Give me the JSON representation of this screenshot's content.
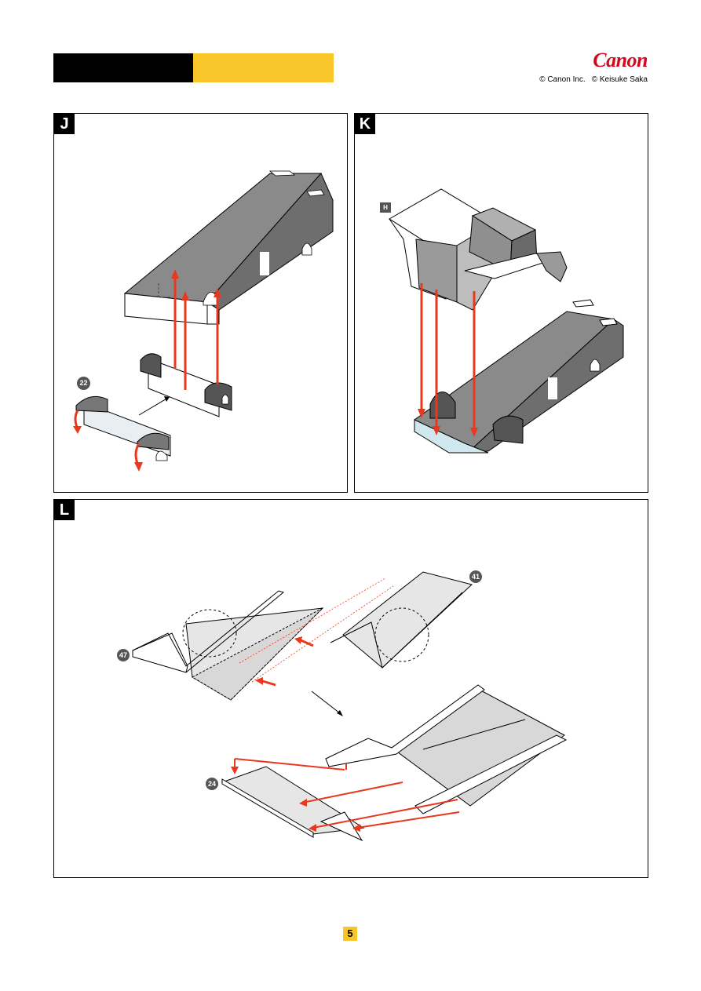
{
  "header": {
    "brand": "Canon",
    "copyright_1": "© Canon Inc.",
    "copyright_2": "© Keisuke Saka",
    "band_colors": {
      "left": "#000000",
      "right": "#f8c62a"
    }
  },
  "panels": [
    {
      "letter": "J",
      "callouts": [
        "22"
      ]
    },
    {
      "letter": "K",
      "callouts": [
        "H"
      ]
    },
    {
      "letter": "L",
      "callouts": [
        "47",
        "41",
        "24"
      ]
    }
  ],
  "accent_color": "#e8381e",
  "page_number": "5"
}
